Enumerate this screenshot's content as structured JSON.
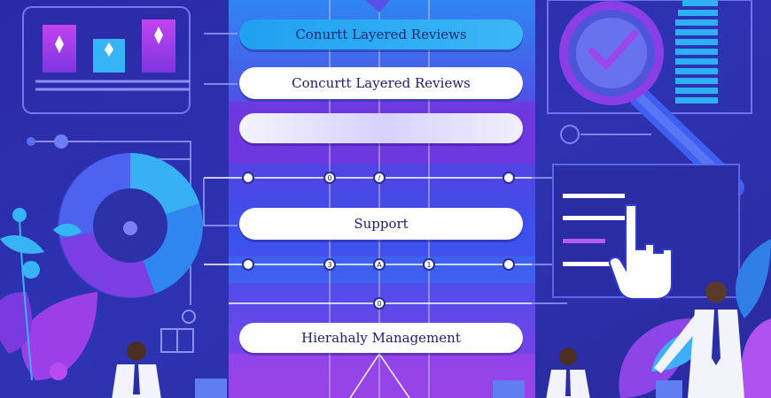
{
  "flow": {
    "top_label": "Conurtt Layered Reviews",
    "review_label": "Concurtt Layered Reviews",
    "empty_label": "",
    "support_label": "Support",
    "management_label": "Hierahaly Management"
  },
  "node_glyphs": {
    "row1_b": "0",
    "row1_c": "/",
    "row2_b": "3",
    "row2_c": "A",
    "row2_d": "1",
    "row3_a": "0"
  },
  "colors": {
    "background": "#2a2fa8",
    "panel_purple": "#7a3fe0",
    "panel_blue": "#2e6ff2",
    "accent_cyan": "#2fb0f5",
    "pill_white": "#ffffff",
    "text_navy": "#1c1f6e"
  },
  "icons": {
    "chart": "bar-chart-icon",
    "donut": "donut-chart-icon",
    "magnifier": "magnifier-check-icon",
    "cursor": "pointing-hand-icon",
    "people": "person-icon",
    "laptop": "laptop-icon",
    "leaves": "leaf-icon"
  }
}
